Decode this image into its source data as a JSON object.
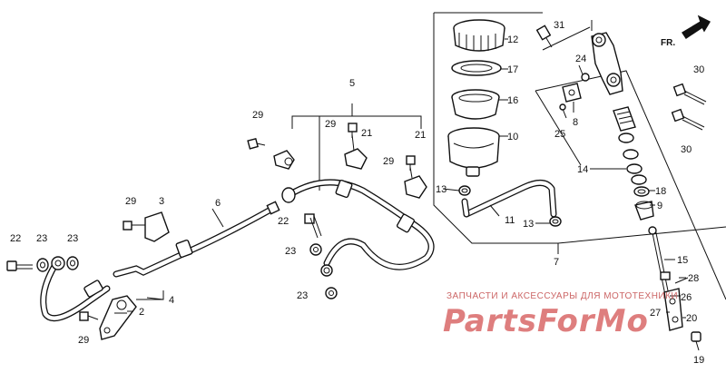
{
  "diagram": {
    "direction_label": "FR.",
    "watermark": {
      "caption": "ЗАПЧАСТИ И АКСЕССУАРЫ ДЛЯ МОТОТЕХНИКИ",
      "brand": "PartsForMo"
    },
    "callouts": {
      "p31": "31",
      "p12": "12",
      "p17": "17",
      "p16": "16",
      "p10": "10",
      "p13a": "13",
      "p13b": "13",
      "p11": "11",
      "p7": "7",
      "p24": "24",
      "p8": "8",
      "p25": "25",
      "p14": "14",
      "p18": "18",
      "p9": "9",
      "p15": "15",
      "p28": "28",
      "p26": "26",
      "p27": "27",
      "p20": "20",
      "p19": "19",
      "p30a": "30",
      "p30b": "30",
      "p5": "5",
      "p29a": "29",
      "p21a": "21",
      "p21b": "21",
      "p29b": "29",
      "p29c": "29",
      "p6": "6",
      "p3": "3",
      "p29d": "29",
      "p22a": "22",
      "p23a": "23",
      "p23b": "23",
      "p22b": "22",
      "p23c": "23",
      "p23d": "23",
      "p4": "4",
      "p2": "2",
      "p29e": "29"
    }
  }
}
